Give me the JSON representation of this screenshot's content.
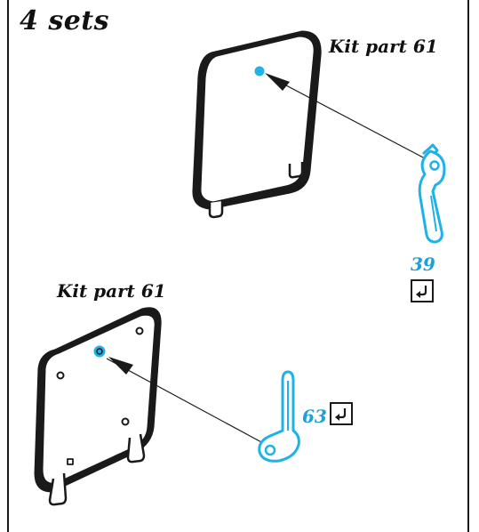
{
  "heading": "4 sets",
  "colors": {
    "ink": "#1a1a1a",
    "accent": "#1fb2e8",
    "part_number": "#1e9fd8"
  },
  "steps": [
    {
      "kit_label": "Kit part 61",
      "part_number": "39",
      "icon": "attach-arrow-icon"
    },
    {
      "kit_label": "Kit part 61",
      "part_number": "63",
      "icon": "attach-arrow-icon"
    }
  ]
}
